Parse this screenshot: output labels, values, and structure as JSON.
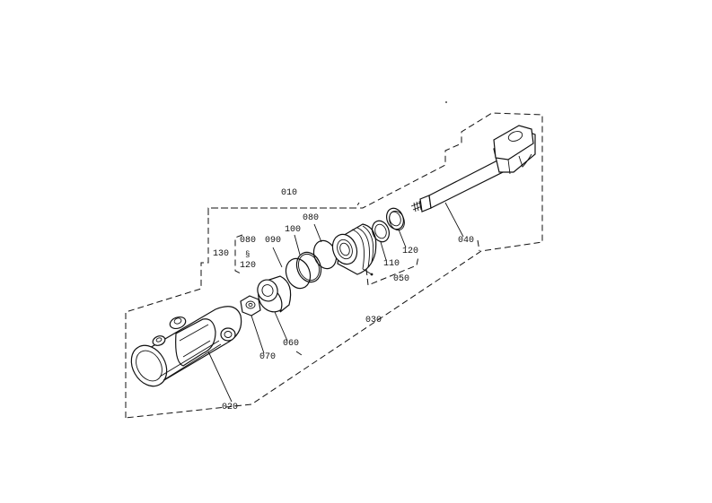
{
  "labels": {
    "p010": "010",
    "p020": "020",
    "p030": "030",
    "p040": "040",
    "p050": "050",
    "p060": "060",
    "p070": "070",
    "p080a": "080",
    "p080b": "080",
    "p090": "090",
    "p100": "100",
    "p110": "110",
    "p120a": "120",
    "p120b": "120",
    "p130": "130"
  }
}
